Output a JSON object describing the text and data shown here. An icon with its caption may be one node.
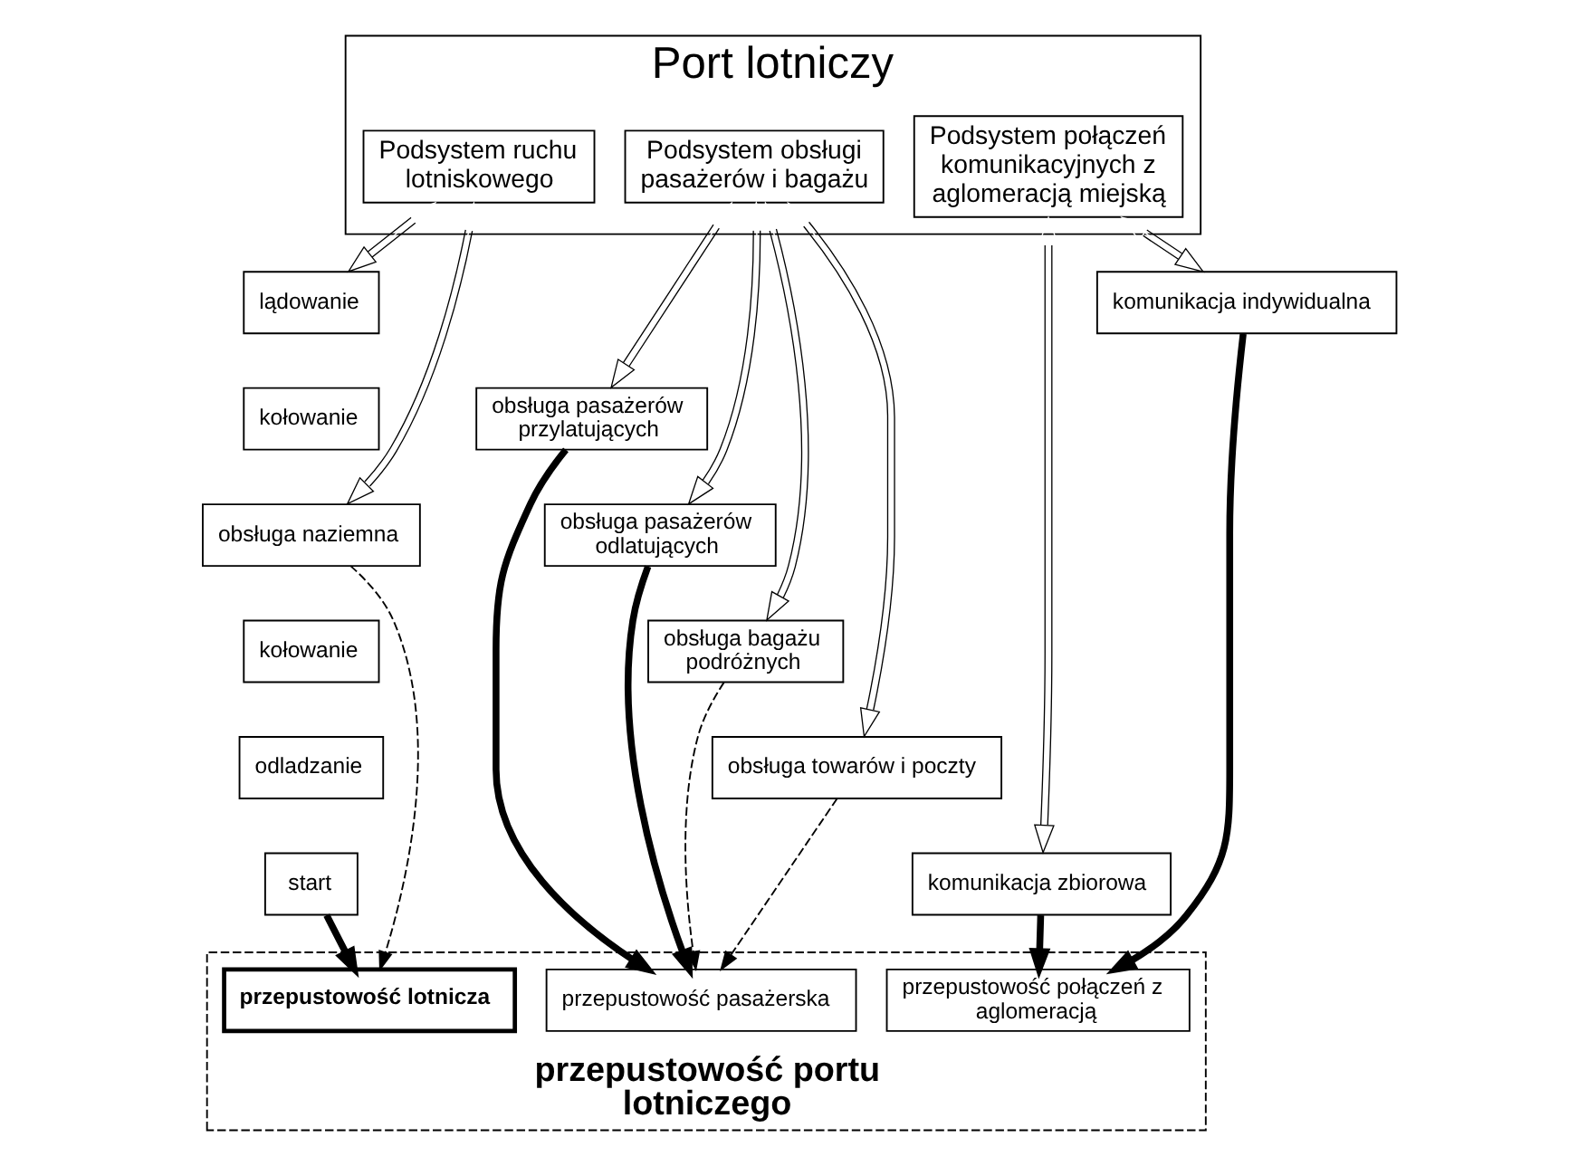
{
  "diagram": {
    "nodes": [
      {
        "text": [
          "Port lotniczy"
        ]
      },
      {
        "text": [
          "Podsystem ruchu lotniskowego"
        ],
        "in": 0
      },
      {
        "text": [
          "Podsystem obsługi pasażerów i bagażu"
        ],
        "in": 0
      },
      {
        "text": [
          "Podsystem połączeń komunikacyjnych z aglomeracją miejską"
        ],
        "in": 0
      },
      {
        "text": [
          "lądowanie"
        ]
      },
      {
        "text": [
          "kołowanie"
        ]
      },
      {
        "text": [
          "obsługa naziemna"
        ]
      },
      {
        "text": [
          "kołowanie"
        ]
      },
      {
        "text": [
          "odladzanie"
        ]
      },
      {
        "text": [
          "start"
        ]
      },
      {
        "text": [
          "obsługa pasażerów przylatujących"
        ]
      },
      {
        "text": [
          "obsługa pasażerów odlatujących"
        ]
      },
      {
        "text": [
          "obsługa bagażu podróżnych"
        ]
      },
      {
        "text": [
          "obsługa towarów i poczty"
        ]
      },
      {
        "text": [
          "komunikacja zbiorowa"
        ]
      },
      {
        "text": [
          "komunikacja indywidualna"
        ]
      },
      {
        "text": [
          "przepustowość portu lotniczego"
        ]
      },
      {
        "text": [
          "przepustowość lotnicza"
        ],
        "in": 16
      },
      {
        "text": [
          "przepustowość pasażerska"
        ],
        "in": 16
      },
      {
        "text": [
          "przepustowość połączeń z aglomeracją"
        ],
        "in": 16
      }
    ],
    "edges": [
      {
        "from": 1,
        "to": 4,
        "arrow": "both"
      },
      {
        "from": 1,
        "to": 6,
        "arrow": "both"
      },
      {
        "from": 2,
        "to": 10,
        "arrow": "both"
      },
      {
        "from": 2,
        "to": 11,
        "arrow": "both"
      },
      {
        "from": 2,
        "to": 12,
        "arrow": "both"
      },
      {
        "from": 2,
        "to": 13,
        "arrow": "both"
      },
      {
        "from": 3,
        "to": 14,
        "arrow": "both"
      },
      {
        "from": 3,
        "to": 15,
        "arrow": "both"
      },
      {
        "from": 9,
        "to": 17,
        "arrow": "to",
        "style": "thick"
      },
      {
        "from": 6,
        "to": 17,
        "arrow": "to",
        "style": "dashed"
      },
      {
        "from": 10,
        "to": 18,
        "arrow": "to",
        "style": "thick"
      },
      {
        "from": 11,
        "to": 18,
        "arrow": "to",
        "style": "thick"
      },
      {
        "from": 12,
        "to": 18,
        "arrow": "to",
        "style": "dashed"
      },
      {
        "from": 13,
        "to": 18,
        "arrow": "to",
        "style": "dashed"
      },
      {
        "from": 14,
        "to": 19,
        "arrow": "to",
        "style": "thick"
      },
      {
        "from": 15,
        "to": 19,
        "arrow": "to",
        "style": "thick"
      }
    ]
  }
}
